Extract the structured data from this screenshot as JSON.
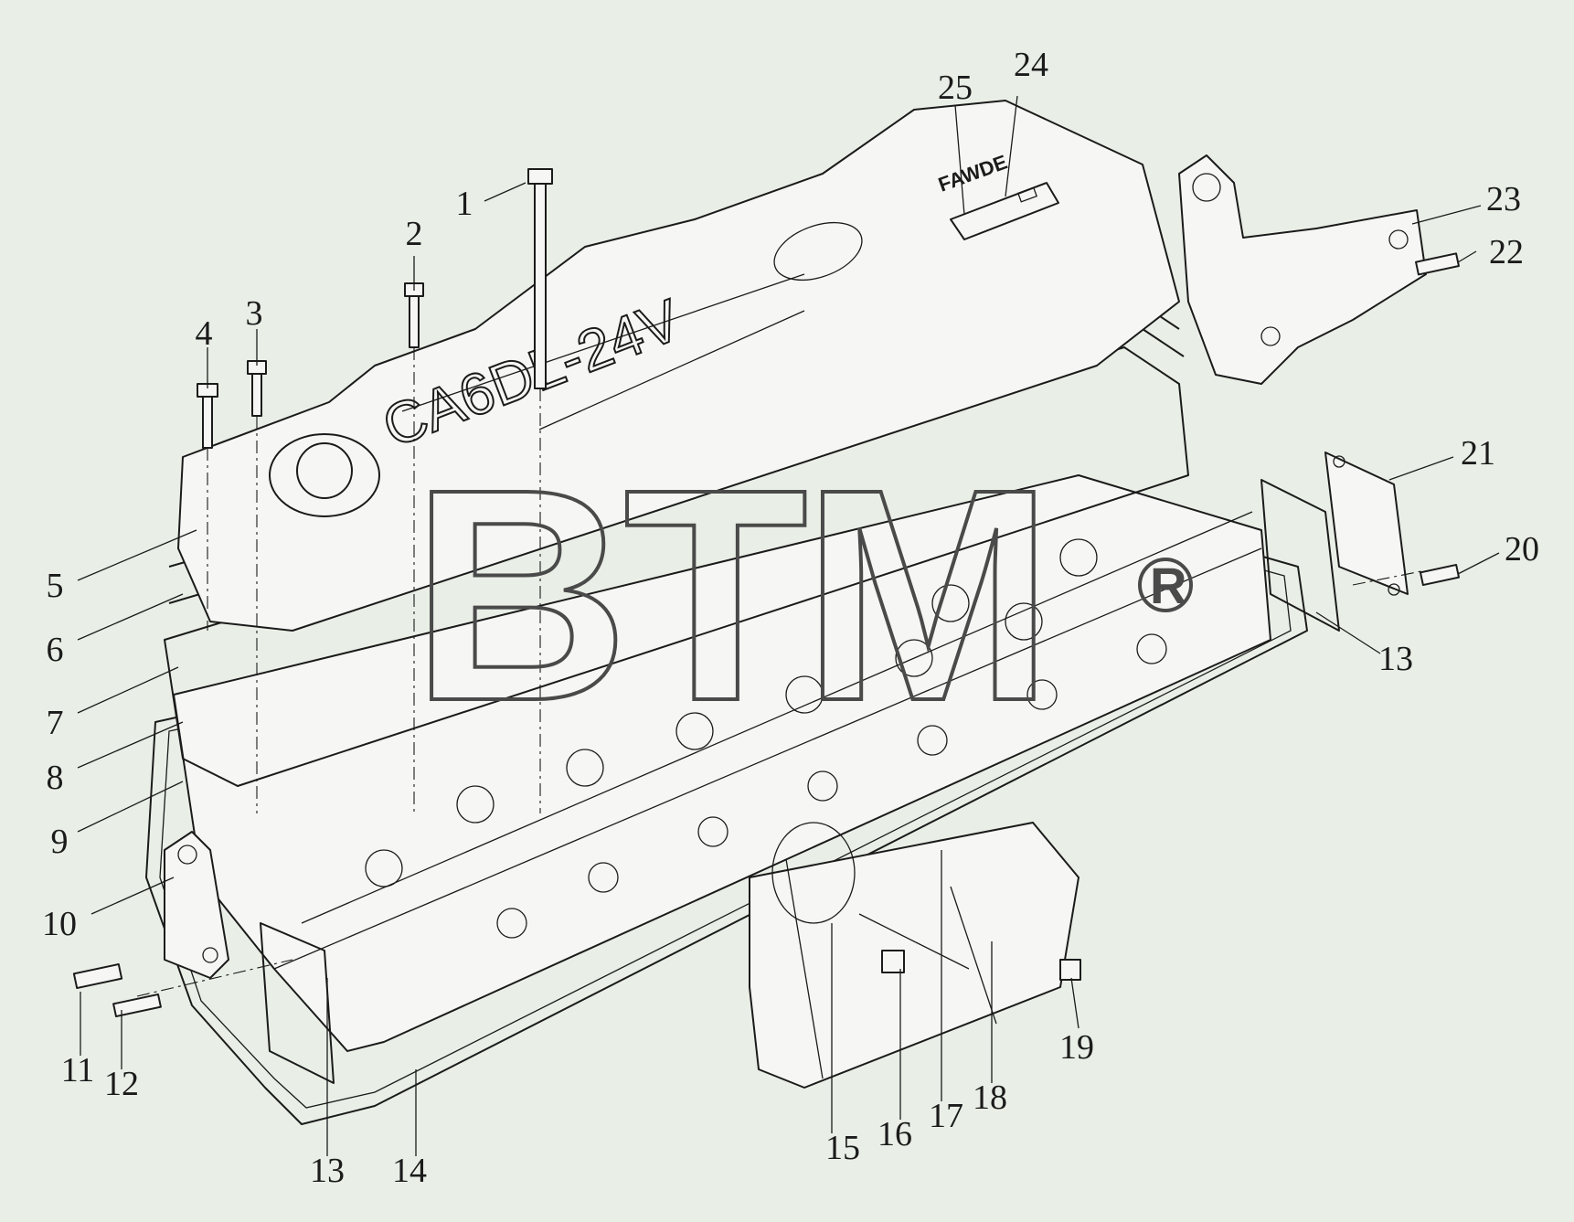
{
  "drawing": {
    "engine_cover_text": "CA6DL-24V",
    "brand_text": "FAWDE",
    "watermark_text": "BTM"
  },
  "callouts": [
    {
      "id": "c1",
      "number": "1"
    },
    {
      "id": "c2",
      "number": "2"
    },
    {
      "id": "c3",
      "number": "3"
    },
    {
      "id": "c4",
      "number": "4"
    },
    {
      "id": "c5",
      "number": "5"
    },
    {
      "id": "c6",
      "number": "6"
    },
    {
      "id": "c7",
      "number": "7"
    },
    {
      "id": "c8",
      "number": "8"
    },
    {
      "id": "c9",
      "number": "9"
    },
    {
      "id": "c10",
      "number": "10"
    },
    {
      "id": "c11",
      "number": "11"
    },
    {
      "id": "c12",
      "number": "12"
    },
    {
      "id": "c13a",
      "number": "13"
    },
    {
      "id": "c13b",
      "number": "13"
    },
    {
      "id": "c14",
      "number": "14"
    },
    {
      "id": "c15",
      "number": "15"
    },
    {
      "id": "c16",
      "number": "16"
    },
    {
      "id": "c17",
      "number": "17"
    },
    {
      "id": "c18",
      "number": "18"
    },
    {
      "id": "c19",
      "number": "19"
    },
    {
      "id": "c20",
      "number": "20"
    },
    {
      "id": "c21",
      "number": "21"
    },
    {
      "id": "c22",
      "number": "22"
    },
    {
      "id": "c23",
      "number": "23"
    },
    {
      "id": "c24",
      "number": "24"
    },
    {
      "id": "c25",
      "number": "25"
    }
  ]
}
